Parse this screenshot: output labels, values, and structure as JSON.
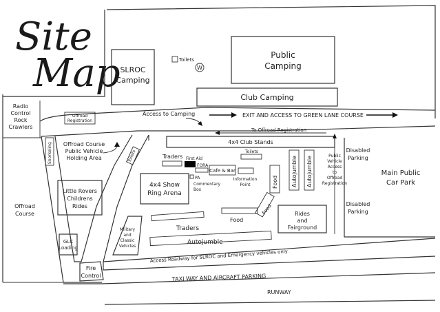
{
  "title": {
    "line1": "Site",
    "line2": "Map"
  },
  "colors": {
    "ink": "#333333",
    "first_aid": "#000000",
    "paper": "#ffffff"
  },
  "icons": {
    "toilets_marker": "w-circle-icon"
  },
  "labels": {
    "slroc_camping": [
      "SLROC",
      "Camping"
    ],
    "toilets": "Toilets",
    "toilets_marker": "W",
    "public_camping": [
      "Public",
      "Camping"
    ],
    "club_camping": "Club Camping",
    "radio_control": [
      "Radio",
      "Control",
      "Rock",
      "Crawlers"
    ],
    "offroad_registration": [
      "Offroad",
      "Registration"
    ],
    "access_to_camping": "Access to Camping",
    "exit_access": "EXIT AND ACCESS TO GREEN LANE COURSE",
    "to_offroad_registration": "To Offroad Registration",
    "club_stands": "4x4 Club Stands",
    "toilets_small": "Toilets",
    "traders_top": "Traders",
    "first_aid": "First Aid",
    "fora": "FORA",
    "cafe_bar": "Cafe & Bar",
    "information_point": [
      "Information",
      "Point"
    ],
    "pa_commentary": [
      "PA",
      "Commentary",
      "Box"
    ],
    "show_ring": [
      "4x4 Show",
      "Ring Arena"
    ],
    "snorkeling": "Snorkeling",
    "toilets_vertical": "Toilets",
    "offroad_holding": [
      "Offroad Course",
      "Public Vehicle",
      "Holding Area"
    ],
    "little_rovers": [
      "Little Rovers",
      "Childrens",
      "Rides"
    ],
    "offroad_course": [
      "Offroad",
      "Course"
    ],
    "glc_loading": [
      "GLC",
      "Loading"
    ],
    "military_classic": [
      "Military",
      "and",
      "Classic",
      "Vehicles"
    ],
    "traders_bottom": "Traders",
    "food_center": "Food",
    "food_vertical": "Food",
    "food_angled": "Food",
    "autojumble_v1": "Autojumble",
    "autojumble_v2": "Autojumble",
    "autojumble_bottom": "Autojumble",
    "rides_fairground": [
      "Rides",
      "and",
      "Fairground"
    ],
    "public_vehicle_access": [
      "Public",
      "Vehicle",
      "Access",
      "to",
      "Offroad",
      "Registration"
    ],
    "disabled_parking_top": [
      "Disabled",
      "Parking"
    ],
    "disabled_parking_bottom": [
      "Disabled",
      "Parking"
    ],
    "main_car_park": [
      "Main Public",
      "Car Park"
    ],
    "access_roadway": "Access Roadway for SLROC and Emergency vehicles only",
    "fire_control": [
      "Fire",
      "Control"
    ],
    "taxi_way": "TAXI WAY AND AIRCRAFT PARKING",
    "runway": "RUNWAY"
  }
}
